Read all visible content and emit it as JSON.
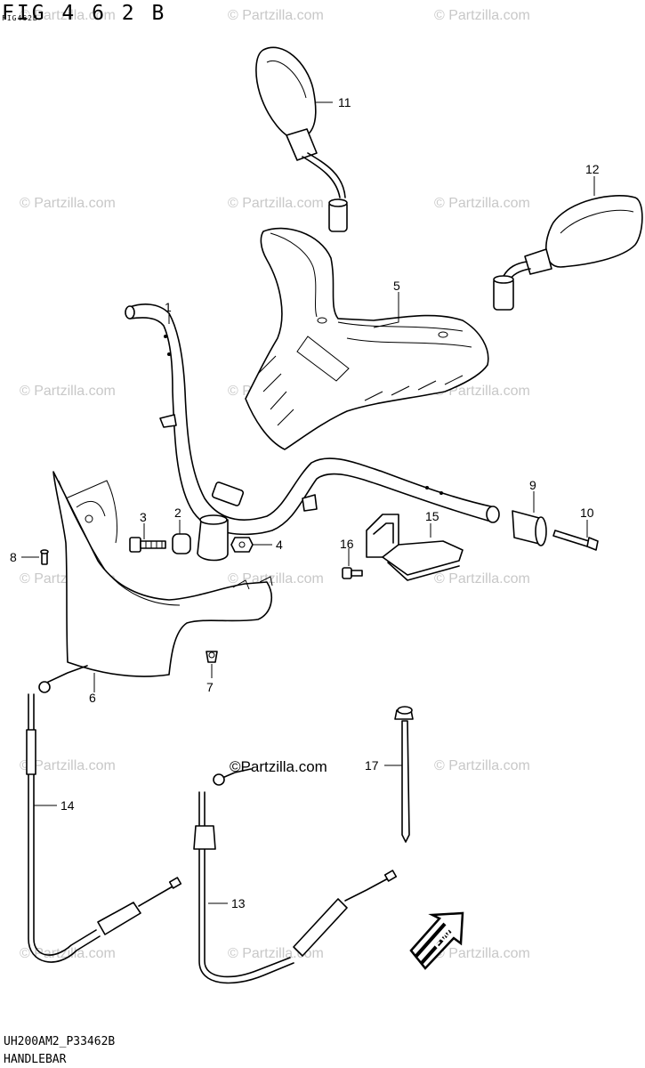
{
  "figure": {
    "title": "FIG 4 6 2 B",
    "subtitle": "FIG462B",
    "code": "UH200AM2_P33462B",
    "caption": "HANDLEBAR",
    "fwd_label": "FWD"
  },
  "watermark": {
    "text": "© Partzilla.com",
    "center_text": "©Partzilla.com"
  },
  "callouts": [
    "1",
    "2",
    "3",
    "4",
    "5",
    "6",
    "7",
    "8",
    "9",
    "10",
    "11",
    "12",
    "13",
    "14",
    "15",
    "16",
    "17"
  ]
}
